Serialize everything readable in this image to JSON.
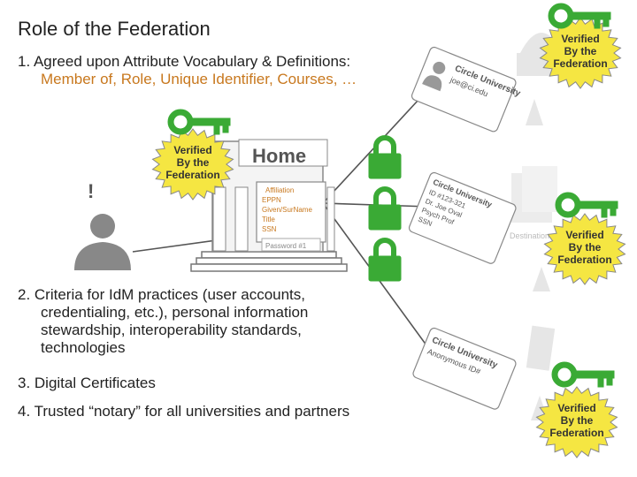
{
  "title": "Role of the Federation",
  "points": [
    {
      "text": "1. Agreed upon Attribute Vocabulary & Definitions:",
      "sub": "Member of, Role, Unique Identifier, Courses, …"
    },
    {
      "lines": [
        "2. Criteria for IdM practices (user accounts,",
        "credentialing, etc.), personal information",
        "stewardship, interoperability standards,",
        "technologies"
      ]
    },
    {
      "text": "3. Digital Certificates"
    },
    {
      "text": "4. Trusted “notary” for all universities and partners"
    }
  ],
  "badge": {
    "lines": [
      "Verified",
      "By the",
      "Federation"
    ]
  },
  "alert_mark": "!",
  "home": {
    "label": "Home",
    "fields": [
      "Affiliation",
      "EPPN",
      "Given/SurName",
      "Title",
      "SSN"
    ],
    "password": "Password #1"
  },
  "cards": [
    {
      "lines": [
        "Circle University",
        "joe@ci.edu"
      ]
    },
    {
      "lines": [
        "Circle University",
        "ID #123-321",
        "Dr. Joe Oval",
        "Psych Prof",
        "SSN"
      ]
    },
    {
      "lines": [
        "Circle University",
        "Anonymous ID#"
      ]
    }
  ],
  "faded_label": "Destination",
  "colors": {
    "key": "#3aaa35",
    "lock": "#3aaa35",
    "accent": "#c8781e",
    "line": "#555555",
    "badge_fill": "#f5e642"
  },
  "icons": [
    "key-icon",
    "lock-icon",
    "user-icon",
    "building-icon",
    "id-card-icon",
    "starburst-badge"
  ]
}
